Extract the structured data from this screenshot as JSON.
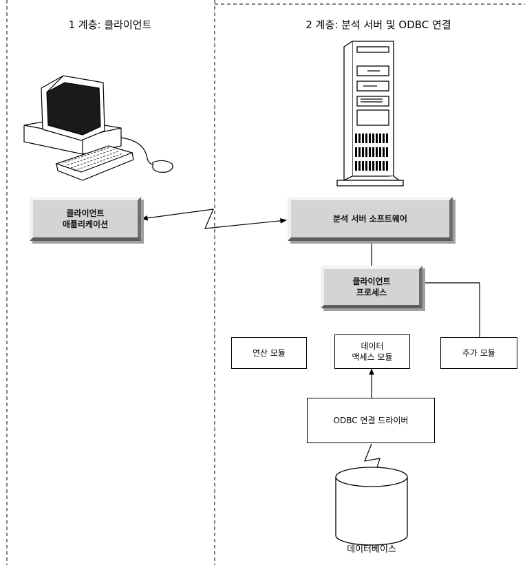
{
  "colors": {
    "bevel_face": "#d4d4d4",
    "line": "#000000",
    "background": "#ffffff"
  },
  "tiers": {
    "tier1": "1 계층: 클라이언트",
    "tier2": "2 계층: 분석 서버 및 ODBC 연결"
  },
  "boxes": {
    "client_app": [
      "클라이언트",
      "애플리케이션"
    ],
    "analysis_server": "분석 서버 소프트웨어",
    "client_process": [
      "클라이언트",
      "프로세스"
    ],
    "compute_module": "연산 모듈",
    "data_access_module": [
      "데이터",
      "액세스 모듈"
    ],
    "extra_module": "추가 모듈",
    "odbc_driver": "ODBC 연결 드라이버",
    "database": "데이터베이스"
  },
  "icons": [
    "desktop-computer-icon",
    "tower-server-icon",
    "database-cylinder-icon",
    "network-link-icon"
  ]
}
